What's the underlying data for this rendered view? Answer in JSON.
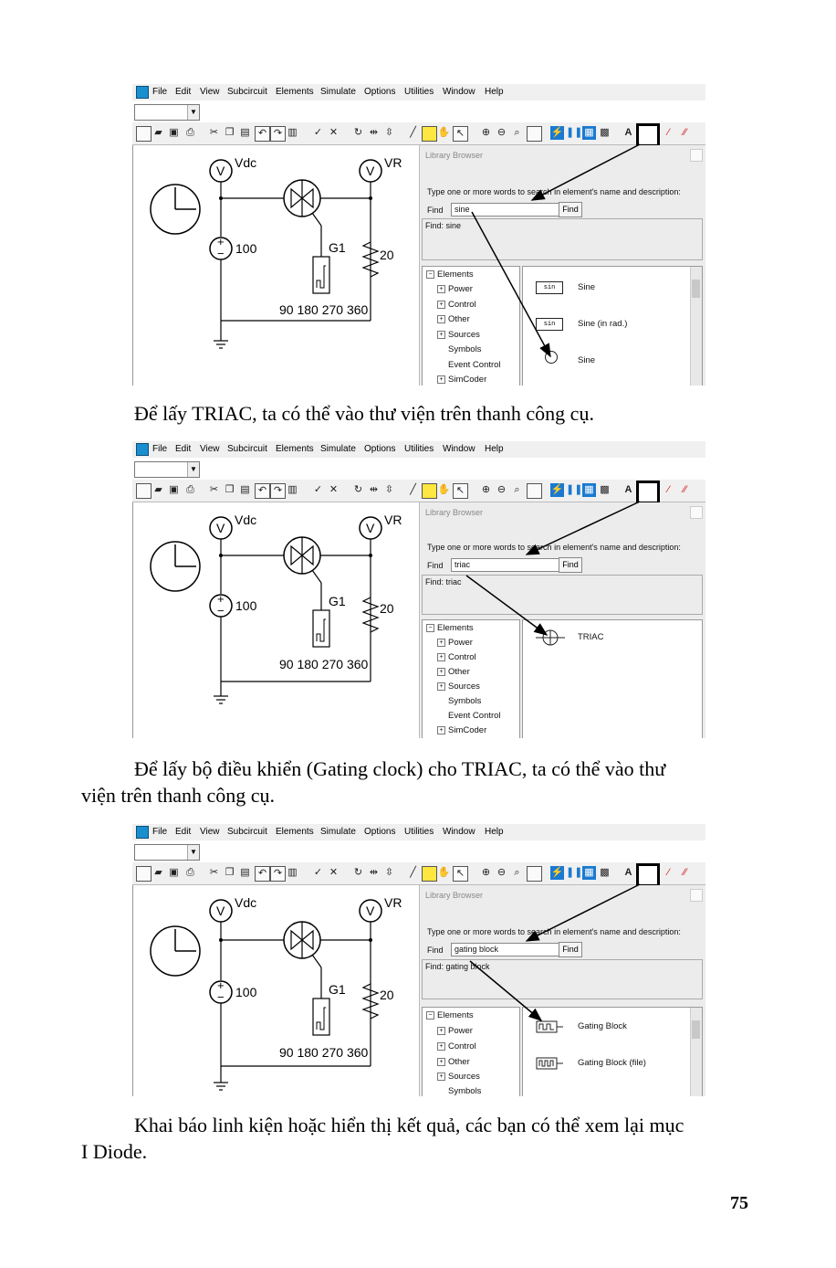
{
  "menu": [
    "File",
    "Edit",
    "View",
    "Subcircuit",
    "Elements",
    "Simulate",
    "Options",
    "Utilities",
    "Window",
    "Help"
  ],
  "circuit": {
    "vdc": "Vdc",
    "vr": "VR",
    "v": "V",
    "source_value": "100",
    "gate_label": "G1",
    "resistor_value": "20",
    "angles": "90 180 270 360"
  },
  "library": {
    "title": "Library Browser",
    "hint": "Type one or more words to search in element's name and description:",
    "find_label": "Find",
    "find_button": "Find"
  },
  "tree": [
    "Elements",
    "Power",
    "Control",
    "Other",
    "Sources",
    "Symbols",
    "Event Control",
    "SimCoder"
  ],
  "screenshots": [
    {
      "query": "sine",
      "result_label": "Find: sine",
      "results": [
        {
          "icon": "sin",
          "label": "Sine"
        },
        {
          "icon": "sin",
          "label": "Sine (in rad.)"
        },
        {
          "icon": "",
          "label": "Sine"
        }
      ]
    },
    {
      "query": "triac",
      "result_label": "Find: triac",
      "results": [
        {
          "icon": "",
          "label": "TRIAC"
        }
      ]
    },
    {
      "query": "gating block",
      "result_label": "Find: gating block",
      "results": [
        {
          "icon": "",
          "label": "Gating Block"
        },
        {
          "icon": "",
          "label": "Gating Block (file)"
        }
      ]
    }
  ],
  "paragraphs": {
    "p1": "Để lấy TRIAC, ta có thể vào thư viện trên thanh công cụ.",
    "p2_line1": "Để lấy bộ điều khiển (Gating clock) cho TRIAC, ta có thể vào thư",
    "p2_line2": "viện trên thanh công cụ.",
    "p3_line1": "Khai báo linh kiện hoặc hiển thị kết quả, các bạn có thể xem lại mục",
    "p3_line2": "I Diode."
  },
  "page_number": "75"
}
